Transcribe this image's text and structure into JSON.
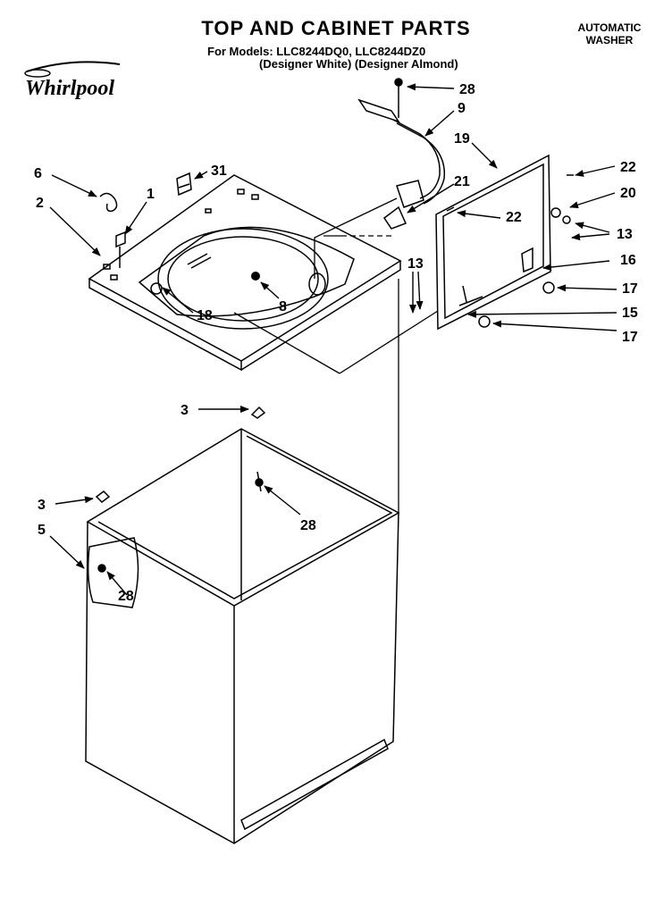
{
  "header": {
    "title": "TOP AND CABINET PARTS",
    "models_line": "For Models: LLC8244DQ0, LLC8244DZ0",
    "variants_line": "(Designer White)  (Designer Almond)",
    "product_type_line1": "AUTOMATIC",
    "product_type_line2": "WASHER",
    "brand": "Whirlpool"
  },
  "callouts": [
    {
      "id": "c28a",
      "label": "28"
    },
    {
      "id": "c9",
      "label": "9"
    },
    {
      "id": "c19",
      "label": "19"
    },
    {
      "id": "c6",
      "label": "6"
    },
    {
      "id": "c31",
      "label": "31"
    },
    {
      "id": "c1",
      "label": "1"
    },
    {
      "id": "c2",
      "label": "2"
    },
    {
      "id": "c21",
      "label": "21"
    },
    {
      "id": "c22a",
      "label": "22"
    },
    {
      "id": "c20",
      "label": "20"
    },
    {
      "id": "c22b",
      "label": "22"
    },
    {
      "id": "c13a",
      "label": "13"
    },
    {
      "id": "c16",
      "label": "16"
    },
    {
      "id": "c13b",
      "label": "13"
    },
    {
      "id": "c17a",
      "label": "17"
    },
    {
      "id": "c15",
      "label": "15"
    },
    {
      "id": "c17b",
      "label": "17"
    },
    {
      "id": "c18",
      "label": "18"
    },
    {
      "id": "c8",
      "label": "8"
    },
    {
      "id": "c3a",
      "label": "3"
    },
    {
      "id": "c3b",
      "label": "3"
    },
    {
      "id": "c28b",
      "label": "28"
    },
    {
      "id": "c5",
      "label": "5"
    },
    {
      "id": "c28c",
      "label": "28"
    }
  ]
}
